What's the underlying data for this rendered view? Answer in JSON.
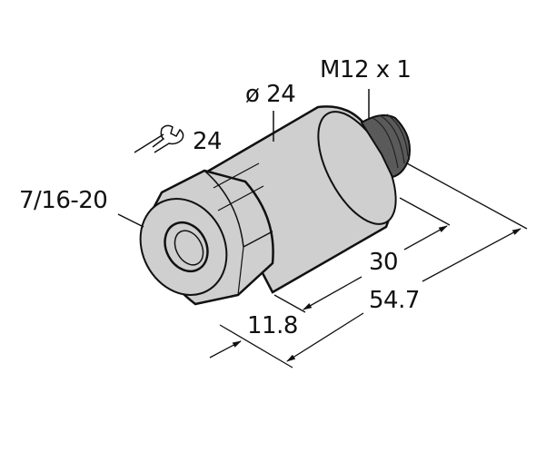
{
  "diagram": {
    "title": "Pressure transmitter dimensional drawing",
    "colors": {
      "body_fill": "#cfcfcf",
      "connector_fill": "#5a5a5a",
      "line": "#111111",
      "background": "#ffffff"
    },
    "labels": {
      "connector_thread": "M12 x 1",
      "body_diameter": "ø 24",
      "wrench_size": "24",
      "process_thread": "7/16-20",
      "length_body": "30",
      "length_total": "54.7",
      "length_hex": "11.8"
    },
    "icons": [
      "wrench-icon"
    ]
  }
}
